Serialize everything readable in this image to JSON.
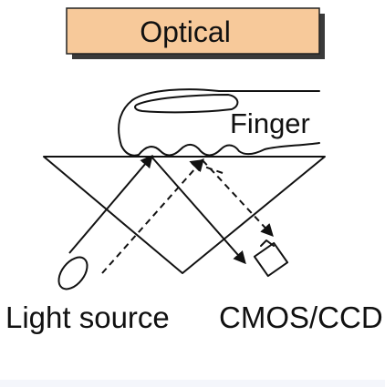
{
  "title": "Optical",
  "labels": {
    "finger": "Finger",
    "light_source": "Light source",
    "sensor": "CMOS/CCD"
  },
  "colors": {
    "title_box_fill": "#f7c99a",
    "ink": "#111111",
    "background": "#ffffff"
  },
  "icons": {
    "light_source": "ellipse-lens-icon",
    "sensor": "square-sensor-icon"
  }
}
